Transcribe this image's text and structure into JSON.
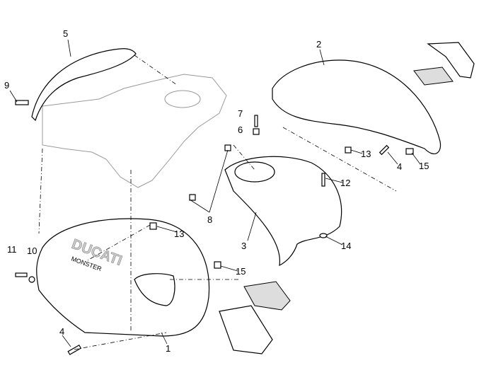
{
  "diagram": {
    "callouts": [
      {
        "id": "c5",
        "text": "5"
      },
      {
        "id": "c9",
        "text": "9"
      },
      {
        "id": "c2",
        "text": "2"
      },
      {
        "id": "c7",
        "text": "7"
      },
      {
        "id": "c6",
        "text": "6"
      },
      {
        "id": "c13a",
        "text": "13"
      },
      {
        "id": "c4a",
        "text": "4"
      },
      {
        "id": "c15a",
        "text": "15"
      },
      {
        "id": "c12",
        "text": "12"
      },
      {
        "id": "c8",
        "text": "8"
      },
      {
        "id": "c3",
        "text": "3"
      },
      {
        "id": "c14",
        "text": "14"
      },
      {
        "id": "c13b",
        "text": "13"
      },
      {
        "id": "c11",
        "text": "11"
      },
      {
        "id": "c10",
        "text": "10"
      },
      {
        "id": "c15b",
        "text": "15"
      },
      {
        "id": "c4b",
        "text": "4"
      },
      {
        "id": "c1",
        "text": "1"
      }
    ],
    "logo_text": [
      "DUCATI",
      "MONSTER"
    ]
  }
}
